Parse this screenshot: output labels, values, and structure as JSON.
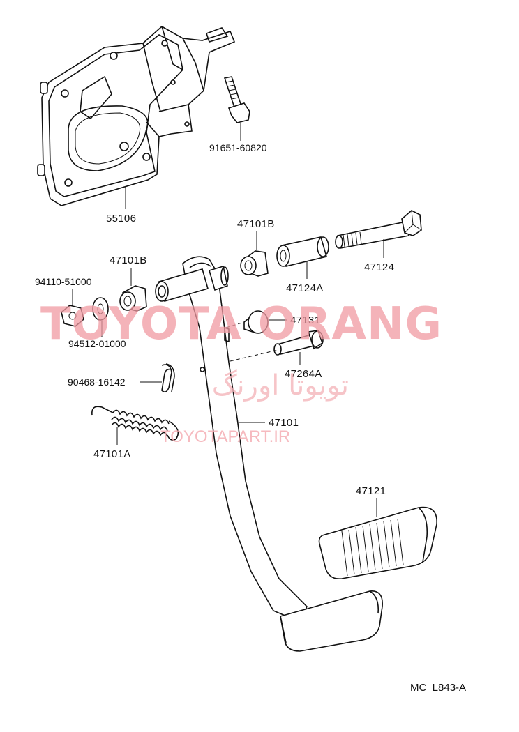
{
  "parts": {
    "p55106": "55106",
    "p91651": "91651-60820",
    "p47101B_top": "47101B",
    "p47101B_left": "47101B",
    "p47124": "47124",
    "p47124A": "47124A",
    "p94110": "94110-51000",
    "p94512": "94512-01000",
    "p47131": "47131",
    "p47264A": "47264A",
    "p90468": "90468-16142",
    "p47101": "47101",
    "p47101A": "47101A",
    "p47121": "47121"
  },
  "watermark": {
    "brand": "TOYOTA ORANG",
    "persian": "تویوتا اورنگ",
    "url": "TOYOTAPART.IR"
  },
  "diagram_code": "MC  L843-A"
}
